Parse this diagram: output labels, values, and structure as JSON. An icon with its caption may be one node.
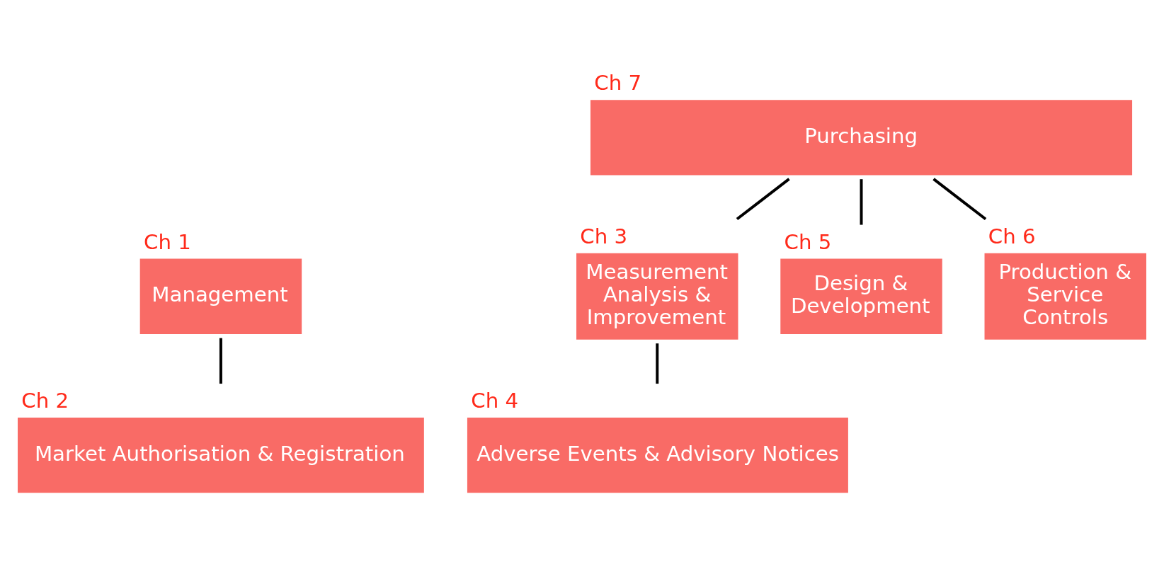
{
  "diagram": {
    "nodes": [
      {
        "text": [
          "Purchasing"
        ],
        "beside": [
          "Ch 7"
        ]
      },
      {
        "text": [
          "Management"
        ],
        "beside": [
          "Ch 1"
        ]
      },
      {
        "text": [
          "Measurement Analysis & Improvement"
        ],
        "beside": [
          "Ch 3"
        ]
      },
      {
        "text": [
          "Design & Development"
        ],
        "beside": [
          "Ch 5"
        ]
      },
      {
        "text": [
          "Production & Service Controls"
        ],
        "beside": [
          "Ch 6"
        ]
      },
      {
        "text": [
          "Adverse Events & Advisory Notices"
        ],
        "beside": [
          "Ch 4"
        ]
      },
      {
        "text": [
          "Market Authorisation & Registration"
        ],
        "beside": [
          "Ch 2"
        ]
      }
    ],
    "edges": [
      {
        "from": 0,
        "to": 2,
        "arrow": "none"
      },
      {
        "from": 0,
        "to": 3,
        "arrow": "none"
      },
      {
        "from": 0,
        "to": 4,
        "arrow": "none"
      },
      {
        "from": 2,
        "to": 5,
        "arrow": "none"
      },
      {
        "from": 1,
        "to": 6,
        "arrow": "none"
      }
    ]
  }
}
